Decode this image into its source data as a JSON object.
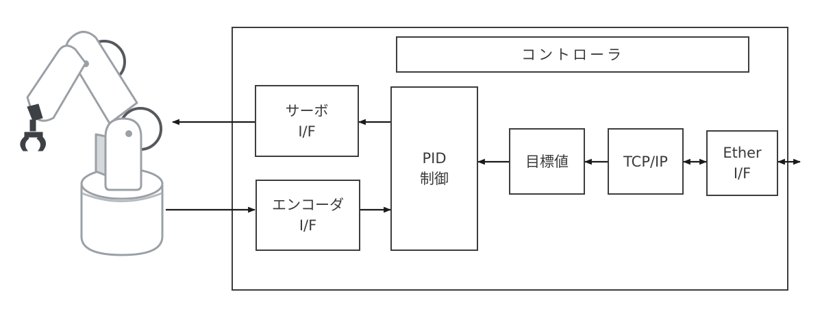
{
  "diagram": {
    "controller": {
      "title": "コントローラ"
    },
    "blocks": {
      "servo_if": {
        "line1": "サーボ",
        "line2": "I/F"
      },
      "encoder_if": {
        "line1": "エンコーダ",
        "line2": "I/F"
      },
      "pid": {
        "line1": "PID",
        "line2": "制御"
      },
      "target_value": {
        "line1": "目標値"
      },
      "tcp_ip": {
        "line1": "TCP/IP"
      },
      "ether_if": {
        "line1": "Ether",
        "line2": "I/F"
      }
    },
    "robot": {
      "icon": "robot-arm-icon"
    },
    "connections": [
      {
        "from": "servo_if",
        "to": "robot-arm",
        "direction": "one-way"
      },
      {
        "from": "robot-arm",
        "to": "encoder_if",
        "direction": "one-way"
      },
      {
        "from": "pid",
        "to": "servo_if",
        "direction": "one-way"
      },
      {
        "from": "encoder_if",
        "to": "pid",
        "direction": "one-way"
      },
      {
        "from": "target_value",
        "to": "pid",
        "direction": "one-way"
      },
      {
        "from": "tcp_ip",
        "to": "target_value",
        "direction": "one-way"
      },
      {
        "from": "tcp_ip",
        "to": "ether_if",
        "direction": "two-way"
      },
      {
        "from": "ether_if",
        "to": "external",
        "direction": "two-way"
      }
    ],
    "colors": {
      "line": "#1a1a1a",
      "box_border": "#3c3c3c",
      "robot_outline": "#9aa0a6",
      "robot_dark": "#3d4145"
    }
  }
}
